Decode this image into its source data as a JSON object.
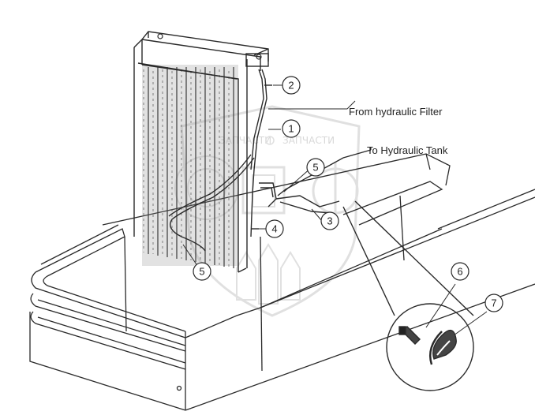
{
  "labels": {
    "from_filter": "From hydraulic Filter",
    "to_tank": "To Hydraulic Tank"
  },
  "callouts": [
    "1",
    "2",
    "3",
    "4",
    "5",
    "5",
    "6",
    "7"
  ],
  "watermark": {
    "left": "ЗАПЧАСТИ",
    "right": "ЗАПЧАСТИ"
  },
  "colors": {
    "line": "#2a2a2a",
    "watermark": "#c8c8c8"
  }
}
